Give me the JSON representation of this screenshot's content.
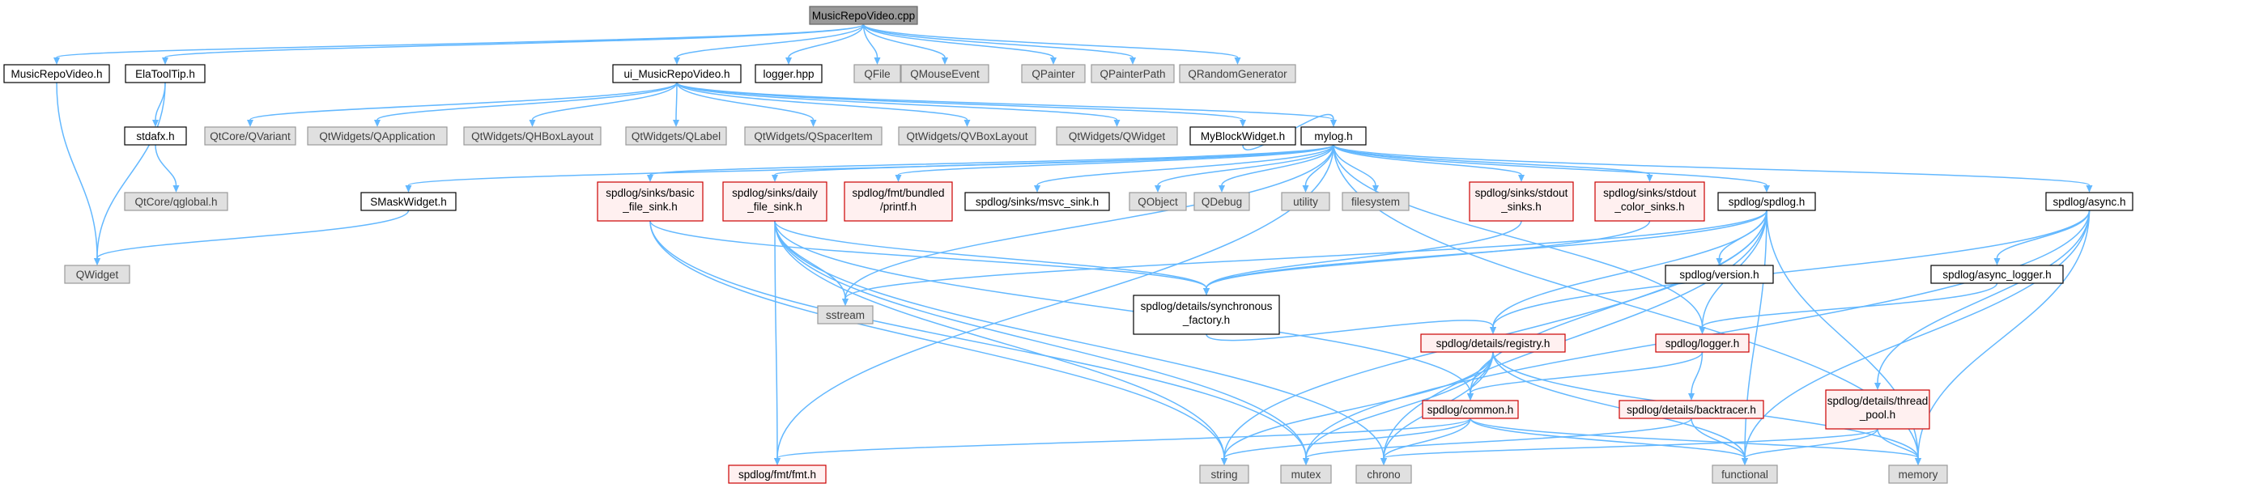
{
  "diagram": {
    "colors": {
      "edge": "#63b8ff",
      "current_fill": "#999999",
      "system_fill": "#e0e0e0",
      "truncated_border": "#cc0000"
    },
    "nodes": {
      "musicrepovideo_cpp": [
        "MusicRepoVideo.cpp"
      ],
      "musicrepovideo_h": [
        "MusicRepoVideo.h"
      ],
      "elatooltip_h": [
        "ElaToolTip.h"
      ],
      "ui_musicrepovideo_h": [
        "ui_MusicRepoVideo.h"
      ],
      "logger_hpp": [
        "logger.hpp"
      ],
      "qfile": [
        "QFile"
      ],
      "qmouseevent": [
        "QMouseEvent"
      ],
      "qpainter": [
        "QPainter"
      ],
      "qpainterpath": [
        "QPainterPath"
      ],
      "qrandomgenerator": [
        "QRandomGenerator"
      ],
      "stdafx_h": [
        "stdafx.h"
      ],
      "qtcore_qvariant": [
        "QtCore/QVariant"
      ],
      "qtwidgets_qapplication": [
        "QtWidgets/QApplication"
      ],
      "qtwidgets_qhboxlayout": [
        "QtWidgets/QHBoxLayout"
      ],
      "qtwidgets_qlabel": [
        "QtWidgets/QLabel"
      ],
      "qtwidgets_qspaceritem": [
        "QtWidgets/QSpacerItem"
      ],
      "qtwidgets_qvboxlayout": [
        "QtWidgets/QVBoxLayout"
      ],
      "qtwidgets_qwidget": [
        "QtWidgets/QWidget"
      ],
      "myblockwidget_h": [
        "MyBlockWidget.h"
      ],
      "mylog_h": [
        "mylog.h"
      ],
      "qtcore_qglobal_h": [
        "QtCore/qglobal.h"
      ],
      "smaskwidget_h": [
        "SMaskWidget.h"
      ],
      "basic_file_sink_h": [
        "spdlog/sinks/basic",
        "_file_sink.h"
      ],
      "daily_file_sink_h": [
        "spdlog/sinks/daily",
        "_file_sink.h"
      ],
      "fmt_bundled_printf_h": [
        "spdlog/fmt/bundled",
        "/printf.h"
      ],
      "msvc_sink_h": [
        "spdlog/sinks/msvc_sink.h"
      ],
      "qobject": [
        "QObject"
      ],
      "qdebug": [
        "QDebug"
      ],
      "utility": [
        "utility"
      ],
      "filesystem": [
        "filesystem"
      ],
      "stdout_sinks_h": [
        "spdlog/sinks/stdout",
        "_sinks.h"
      ],
      "stdout_color_sinks_h": [
        "spdlog/sinks/stdout",
        "_color_sinks.h"
      ],
      "spdlog_h": [
        "spdlog/spdlog.h"
      ],
      "async_h": [
        "spdlog/async.h"
      ],
      "qwidget": [
        "QWidget"
      ],
      "sstream": [
        "sstream"
      ],
      "synchronous_factory_h": [
        "spdlog/details/synchronous",
        "_factory.h"
      ],
      "version_h": [
        "spdlog/version.h"
      ],
      "async_logger_h": [
        "spdlog/async_logger.h"
      ],
      "registry_h": [
        "spdlog/details/registry.h"
      ],
      "logger_h": [
        "spdlog/logger.h"
      ],
      "common_h": [
        "spdlog/common.h"
      ],
      "backtracer_h": [
        "spdlog/details/backtracer.h"
      ],
      "thread_pool_h": [
        "spdlog/details/thread",
        "_pool.h"
      ],
      "fmt_h": [
        "spdlog/fmt/fmt.h"
      ],
      "string": [
        "string"
      ],
      "mutex": [
        "mutex"
      ],
      "chrono": [
        "chrono"
      ],
      "functional": [
        "functional"
      ],
      "memory": [
        "memory"
      ]
    }
  }
}
